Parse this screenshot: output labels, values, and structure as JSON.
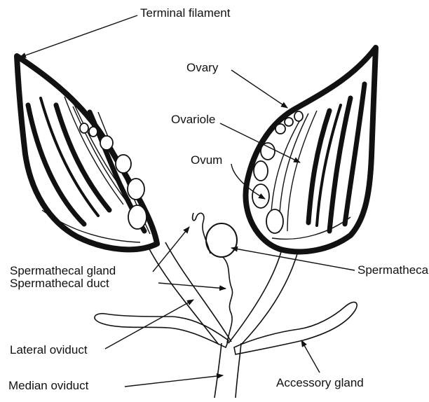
{
  "labels": {
    "terminal_filament": "Terminal filament",
    "ovary": "Ovary",
    "ovariole": "Ovariole",
    "ovum": "Ovum",
    "spermatheca": "Spermatheca",
    "spermathecal_gland": "Spermathecal gland",
    "spermathecal_duct": "Spermathecal duct",
    "lateral_oviduct": "Lateral oviduct",
    "median_oviduct": "Median oviduct",
    "accessory_gland": "Accessory gland"
  },
  "colors": {
    "ink": "#111111",
    "paper": "#ffffff"
  }
}
